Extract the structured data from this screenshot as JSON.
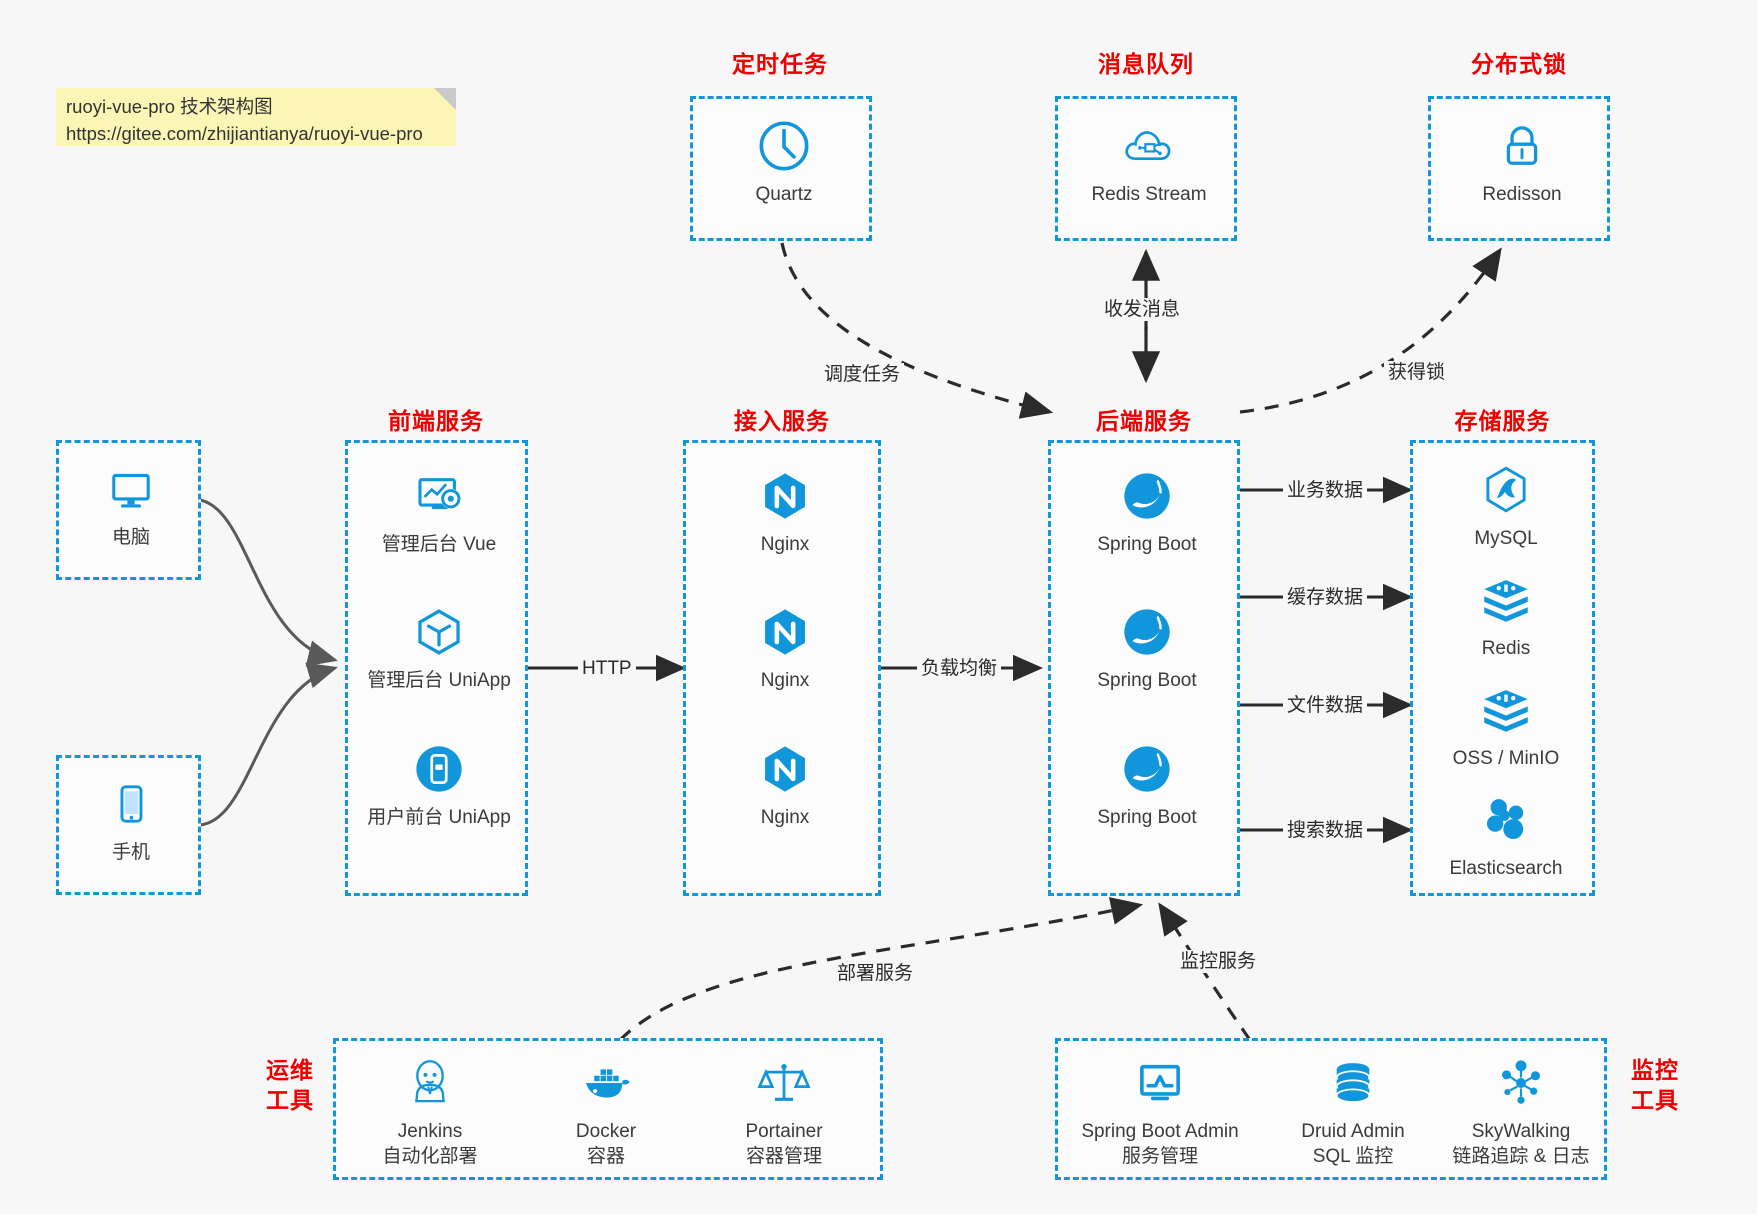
{
  "note": {
    "line1": "ruoyi-vue-pro 技术架构图",
    "line2": "https://gitee.com/zhijiantianya/ruoyi-vue-pro"
  },
  "colors": {
    "accent": "#1296db",
    "title": "#ee0000",
    "text": "#3b3b3b",
    "note_bg": "#fbf6b6",
    "canvas": "#f7f7f7",
    "arrow": "#2b2b2b",
    "curve": "#595959"
  },
  "groups": {
    "scheduled_task": {
      "title": "定时任务"
    },
    "message_queue": {
      "title": "消息队列"
    },
    "distributed_lock": {
      "title": "分布式锁"
    },
    "frontend": {
      "title": "前端服务"
    },
    "gateway": {
      "title": "接入服务"
    },
    "backend": {
      "title": "后端服务"
    },
    "storage": {
      "title": "存储服务"
    },
    "devops": {
      "title_line1": "运维",
      "title_line2": "工具"
    },
    "monitor": {
      "title_line1": "监控",
      "title_line2": "工具"
    }
  },
  "nodes": {
    "quartz": {
      "label": "Quartz",
      "icon": "clock-icon"
    },
    "redis_stream": {
      "label": "Redis Stream",
      "icon": "cloud-network-icon"
    },
    "redisson": {
      "label": "Redisson",
      "icon": "lock-icon"
    },
    "computer": {
      "label": "电脑",
      "icon": "monitor-icon"
    },
    "phone": {
      "label": "手机",
      "icon": "smartphone-icon"
    },
    "admin_vue": {
      "label": "管理后台 Vue",
      "icon": "dashboard-gear-icon"
    },
    "admin_uniapp": {
      "label": "管理后台 UniApp",
      "icon": "uniapp-cube-icon"
    },
    "user_uniapp": {
      "label": "用户前台 UniApp",
      "icon": "mobile-app-icon"
    },
    "nginx1": {
      "label": "Nginx",
      "icon": "nginx-icon"
    },
    "nginx2": {
      "label": "Nginx",
      "icon": "nginx-icon"
    },
    "nginx3": {
      "label": "Nginx",
      "icon": "nginx-icon"
    },
    "springboot1": {
      "label": "Spring Boot",
      "icon": "spring-boot-icon"
    },
    "springboot2": {
      "label": "Spring Boot",
      "icon": "spring-boot-icon"
    },
    "springboot3": {
      "label": "Spring Boot",
      "icon": "spring-boot-icon"
    },
    "mysql": {
      "label": "MySQL",
      "icon": "mysql-icon"
    },
    "redis": {
      "label": "Redis",
      "icon": "redis-icon"
    },
    "oss_minio": {
      "label": "OSS / MinIO",
      "icon": "oss-icon"
    },
    "elasticsearch": {
      "label": "Elasticsearch",
      "icon": "elasticsearch-icon"
    },
    "jenkins": {
      "label": "Jenkins",
      "sublabel": "自动化部署",
      "icon": "jenkins-icon"
    },
    "docker": {
      "label": "Docker",
      "sublabel": "容器",
      "icon": "docker-icon"
    },
    "portainer": {
      "label": "Portainer",
      "sublabel": "容器管理",
      "icon": "portainer-scale-icon"
    },
    "spring_boot_admin": {
      "label": "Spring Boot Admin",
      "sublabel": "服务管理",
      "icon": "monitor-chart-icon"
    },
    "druid_admin": {
      "label": "Druid Admin",
      "sublabel": "SQL 监控",
      "icon": "database-icon"
    },
    "skywalking": {
      "label": "SkyWalking",
      "sublabel": "链路追踪 & 日志",
      "icon": "skywalking-node-icon"
    }
  },
  "edges": {
    "http": "HTTP",
    "load_balance": "负载均衡",
    "schedule_task": "调度任务",
    "send_receive_message": "收发消息",
    "acquire_lock": "获得锁",
    "business_data": "业务数据",
    "cache_data": "缓存数据",
    "file_data": "文件数据",
    "search_data": "搜索数据",
    "deploy_service": "部署服务",
    "monitor_service": "监控服务"
  }
}
